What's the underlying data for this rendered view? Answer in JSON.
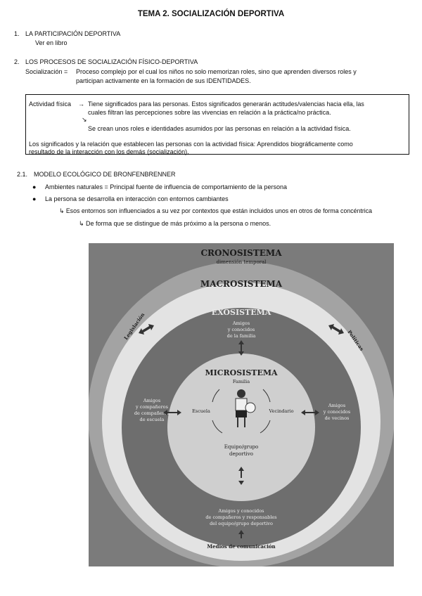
{
  "title": "TEMA 2. SOCIALIZACIÓN DEPORTIVA",
  "s1": {
    "num": "1.",
    "heading": "LA PARTICIPACIÓN DEPORTIVA",
    "sub": "Ver en libro"
  },
  "s2": {
    "num": "2.",
    "heading": "LOS PROCESOS DE SOCIALIZACIÓN FÍSICO-DEPORTIVA",
    "def_term": "Socialización =",
    "def_line1": "Proceso complejo por el cual los niños no solo memorizan roles, sino que aprenden diversos roles y",
    "def_line2": "participan activamente en la formación de sus IDENTIDADES."
  },
  "box": {
    "term": "Actividad física",
    "arrow1": "→",
    "line1": "Tiene significados para las personas. Estos significados generarán actitudes/valencias hacia ella, las",
    "line2": "cuales filtran las percepciones sobre las vivencias en relación a la práctica/no práctica.",
    "arrow2": "↘",
    "line3": "Se crean unos roles e identidades asumidos por las personas en relación a la actividad física.",
    "line4": "Los significados y la relación que establecen las personas con la actividad física: Aprendidos biográficamente como",
    "line5": "resultado de la interacción con los demás (socialización)."
  },
  "s21": {
    "num": "2.1.",
    "heading": "MODELO ECOLÓGICO DE BRONFENBRENNER",
    "bullets": [
      "Ambientes naturales = Principal fuente de influencia de comportamiento de la persona",
      "La persona se desarrolla en interacción con entornos cambiantes"
    ],
    "sub1": "↳ Esos entornos son influenciados a su vez por contextos que están incluidos unos en otros de forma concéntrica",
    "sub2": "↳ De forma que se distingue de más próximo a la persona o menos."
  },
  "diagram": {
    "crono": "CRONOSISTEMA",
    "crono_sub": "dimensión temporal",
    "macro": "MACROSISTEMA",
    "exo": "EXOSISTEMA",
    "exo_top": [
      "Amigos",
      "y conocidos",
      "de la familia"
    ],
    "exo_left": [
      "Amigos",
      "y compañeros",
      "de compañeros",
      "de escuela"
    ],
    "exo_right": [
      "Amigos",
      "y conocidos",
      "de vecinos"
    ],
    "exo_bottom": [
      "Amigos y conocidos",
      "de compañeros y responsables",
      "del equipo/grupo deportivo"
    ],
    "micro": "MICROSISTEMA",
    "familia": "Familia",
    "escuela": "Escuela",
    "vecindario": "Vecindario",
    "equipo": [
      "Equipo/grupo",
      "deportivo"
    ],
    "legislacion": "Legislación",
    "politicas": "Políticas",
    "medios": "Medios de comunicación"
  },
  "colors": {
    "outer": "#7b7b7b",
    "crono": "#a3a3a3",
    "macro": "#e3e3e3",
    "exo": "#6e6e6e",
    "micro": "#cfcfcf"
  }
}
